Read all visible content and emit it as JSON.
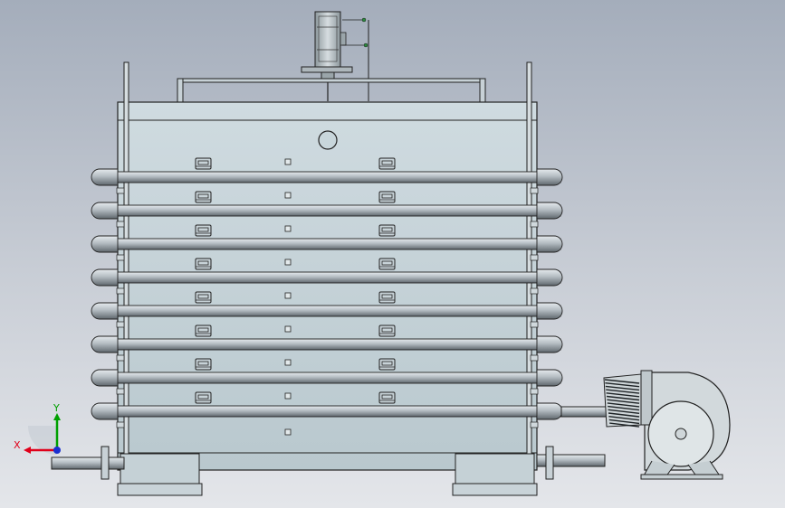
{
  "scene": {
    "colors": {
      "background_top": "#a4adbb",
      "background_bottom": "#e4e6ea",
      "housing": "#c5d3d8",
      "outline": "#2a2f33",
      "pipe": "#b6bec4",
      "motor": "#a9b3b8"
    },
    "heat_exchanger_tubes": 8,
    "handle_rows": 8
  },
  "triad": {
    "x_label": "X",
    "y_label": "Y",
    "x_color": "#e0001a",
    "y_color": "#00a000",
    "z_color": "#1a2fd0"
  }
}
